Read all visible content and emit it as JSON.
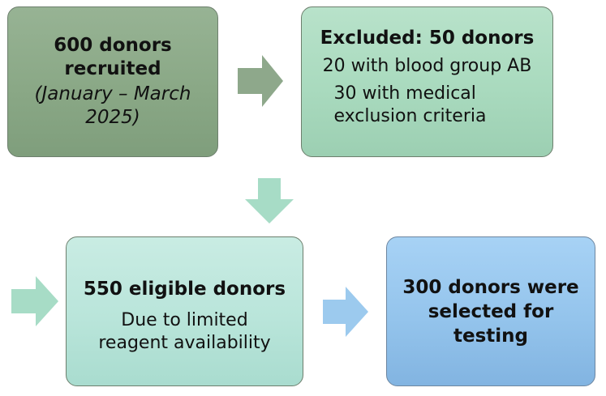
{
  "boxes": {
    "recruited": {
      "title": "600 donors recruited",
      "period": "(January – March 2025)"
    },
    "excluded": {
      "title": "Excluded: 50 donors",
      "items": [
        "20 with blood group AB",
        "30 with medical exclusion criteria"
      ]
    },
    "eligible": {
      "title": "550 eligible donors",
      "note": "Due to limited reagent availability"
    },
    "selected": {
      "title": "300 donors were selected for testing"
    }
  },
  "colors": {
    "recruited": "#8aa886",
    "excluded": "#a9dabe",
    "eligible": "#b9e5da",
    "selected": "#94c4ec",
    "green_arrow": "#8ea88b",
    "teal_arrow": "#a7dcc6",
    "blue_arrow": "#9ccaee"
  }
}
